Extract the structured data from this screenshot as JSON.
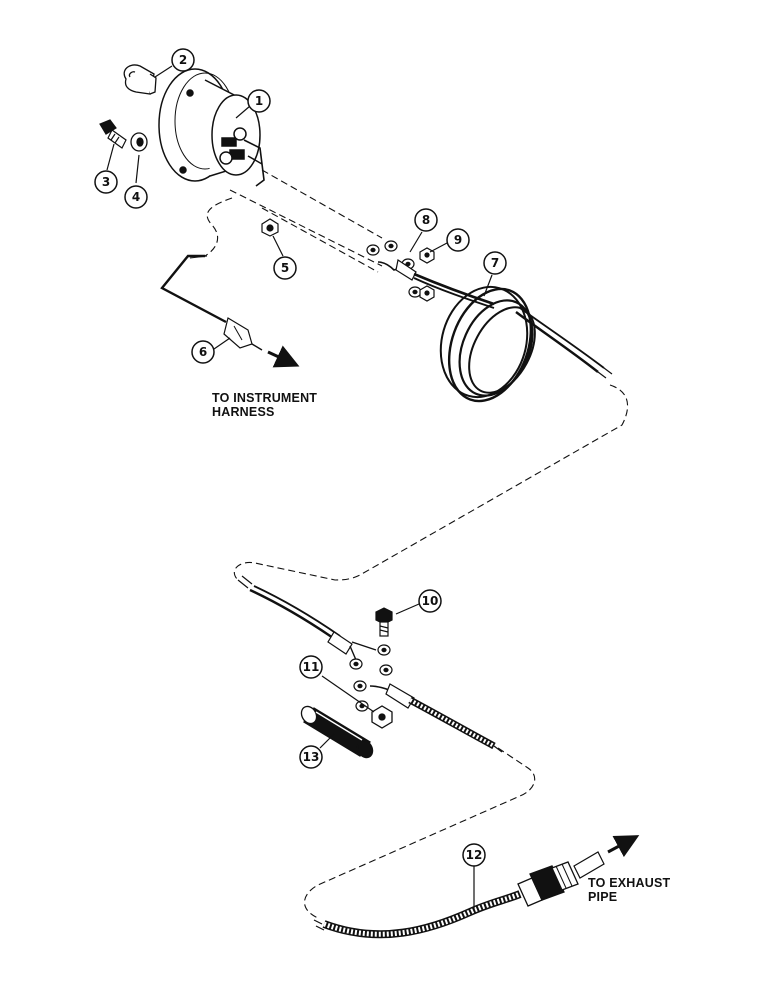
{
  "labels": {
    "instrument_harness_line1": "TO INSTRUMENT",
    "instrument_harness_line2": "HARNESS",
    "exhaust_pipe_line1": "TO EXHAUST",
    "exhaust_pipe_line2": "PIPE"
  },
  "callouts": [
    "1",
    "2",
    "3",
    "4",
    "5",
    "6",
    "7",
    "8",
    "9",
    "10",
    "11",
    "12",
    "13"
  ],
  "colors": {
    "ink": "#111111",
    "paper": "#ffffff"
  }
}
